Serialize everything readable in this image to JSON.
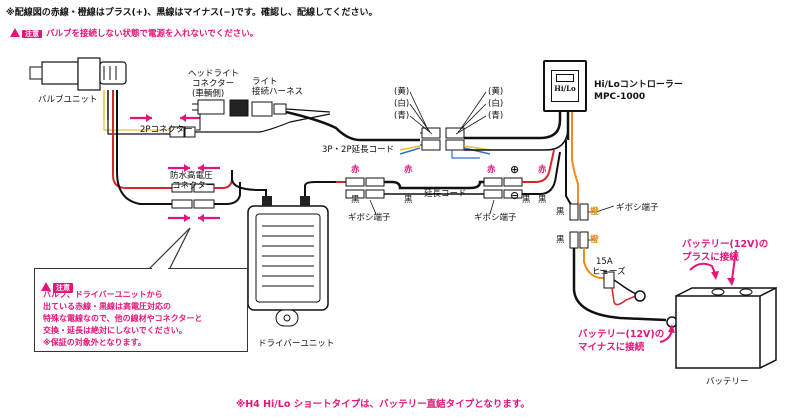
{
  "header": {
    "line1": "※配線図の赤線・橙線はプラス(+)、黒線はマイナス(−)です。確認し、配線してください。",
    "warning_tag": "注意",
    "warning_text": "バルブを接続しない状態で電源を入れないでください。"
  },
  "labels": {
    "bulb_unit": "バルブユニット",
    "headlight_connector_1": "ヘッドライト",
    "headlight_connector_2": "コネクター",
    "headlight_connector_3": "(車輌側)",
    "light_harness_1": "ライト",
    "light_harness_2": "接続ハーネス",
    "two_p_connector": "2Pコネクター",
    "three_two_p_cord": "3P・2P延長コード",
    "waterproof_1": "防水高電圧",
    "waterproof_2": "コネクター",
    "extension_cord": "延長コード",
    "gibosi_1": "ギボシ端子",
    "gibosi_2": "ギボシ端子",
    "gibosi_3": "ギボシ端子",
    "driver_unit": "ドライバーユニット",
    "battery": "バッテリー",
    "fuse_amp": "15A",
    "fuse": "ヒューズ",
    "controller_name": "Hi/Loコントローラー",
    "controller_model": "MPC-1000",
    "controller_face": "Hi/Lo",
    "yellow_l": "(黄)",
    "white_l": "(白)",
    "blue_l": "(青)",
    "yellow_r": "(黄)",
    "white_r": "(白)",
    "blue_r": "(青)",
    "red1": "赤",
    "red2": "赤",
    "red3": "赤",
    "red4": "赤",
    "black1": "黒",
    "black2": "黒",
    "black3": "黒",
    "black4": "黒",
    "black5": "黒",
    "black6": "黒",
    "orange1": "橙",
    "orange2": "橙",
    "plus_sign": "⊕",
    "minus_sign": "⊖",
    "battery_plus_1": "バッテリー(12V)の",
    "battery_plus_2": "プラスに接続",
    "battery_minus_1": "バッテリー(12V)の",
    "battery_minus_2": "マイナスに接続"
  },
  "note": {
    "tag": "注意",
    "lines": [
      "バルブ、ドライバーユニットから",
      "出ている赤線・黒線は高電圧対応の",
      "特殊な電線なので、他の線材やコネクターと",
      "交換・延長は絶対にしないでください。",
      "※保証の対象外となります。"
    ]
  },
  "footer": "※H4 Hi/Lo ショートタイプは、バッテリー直結タイプとなります。",
  "colors": {
    "accent_pink": "#e4157a",
    "wire_red": "#d8262a",
    "wire_orange": "#f08c1c",
    "wire_yellow": "#e8c12a",
    "wire_blue": "#2f6fd1",
    "wire_black": "#111111"
  }
}
